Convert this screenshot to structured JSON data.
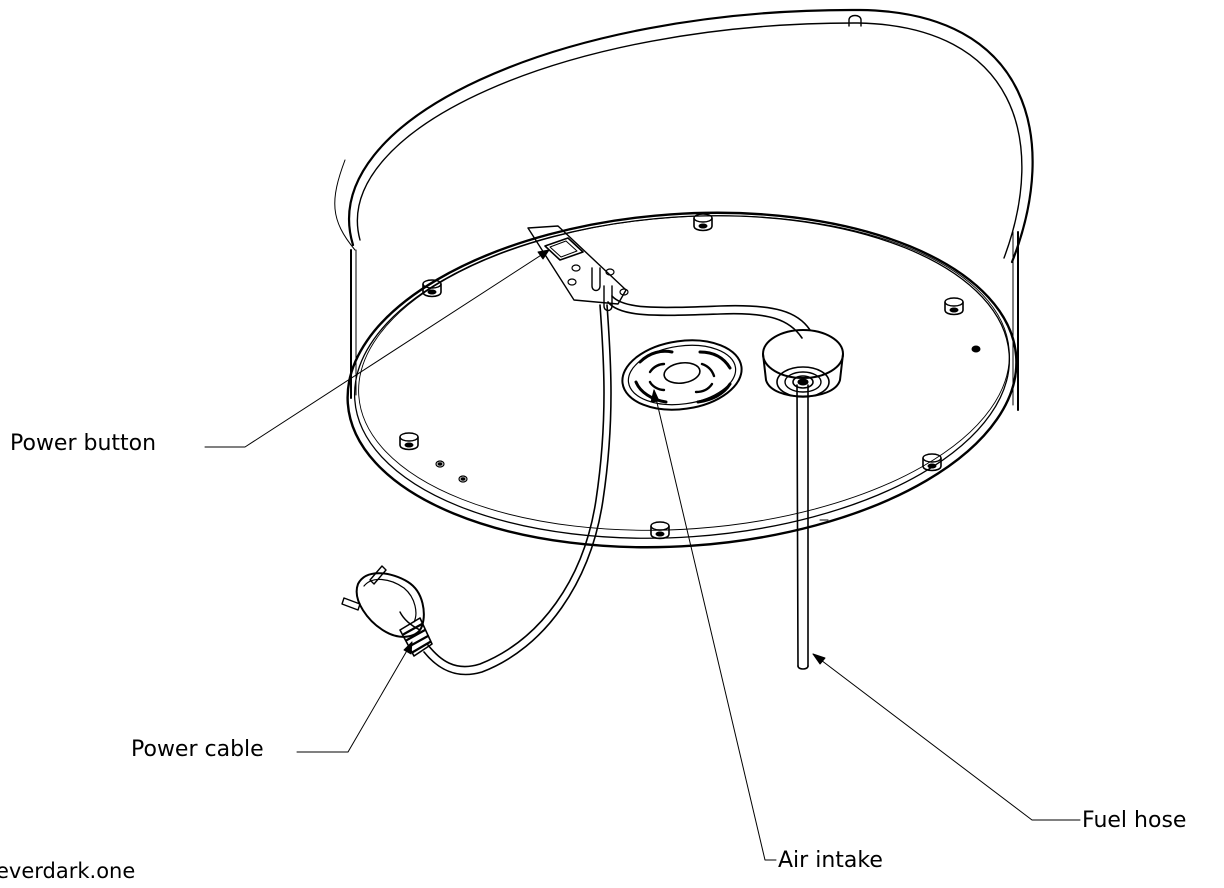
{
  "diagram": {
    "callouts": {
      "power_button": "Power button",
      "power_cable": "Power cable",
      "air_intake": "Air intake",
      "fuel_hose": "Fuel hose"
    },
    "credit": "everdark.one"
  },
  "colors": {
    "line": "#000000",
    "background": "#ffffff",
    "shade": "#d8d8d8"
  }
}
